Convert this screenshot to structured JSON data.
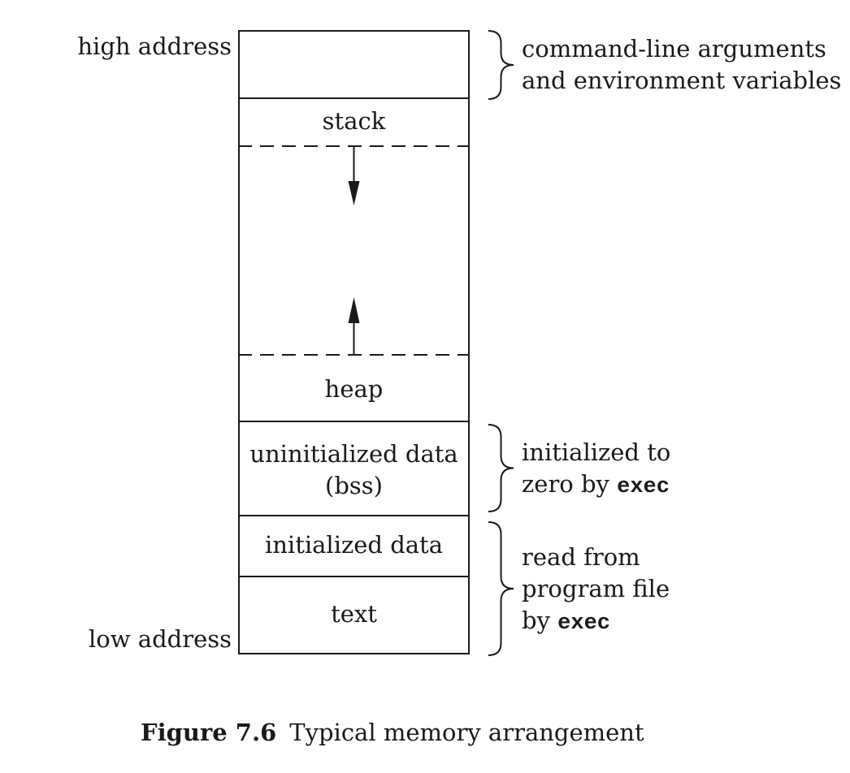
{
  "figure": {
    "address_labels": {
      "high": "high address",
      "low": "low address"
    },
    "segments": {
      "stack": "stack",
      "heap": "heap",
      "bss_line1": "uninitialized data",
      "bss_line2": "(bss)",
      "initialized_data": "initialized data",
      "text": "text"
    },
    "annotations": {
      "cmdline": {
        "line1": "command-line arguments",
        "line2": "and environment variables"
      },
      "bss": {
        "line1": "initialized to",
        "line2_prefix": "zero by ",
        "line2_code": "exec"
      },
      "program_file": {
        "line1": "read from",
        "line2": "program file",
        "line3_prefix": "by ",
        "line3_code": "exec"
      }
    },
    "caption": {
      "number": "Figure 7.6",
      "title": "Typical memory arrangement"
    },
    "colors": {
      "ink": "#1a1a1a",
      "background": "#ffffff"
    }
  }
}
